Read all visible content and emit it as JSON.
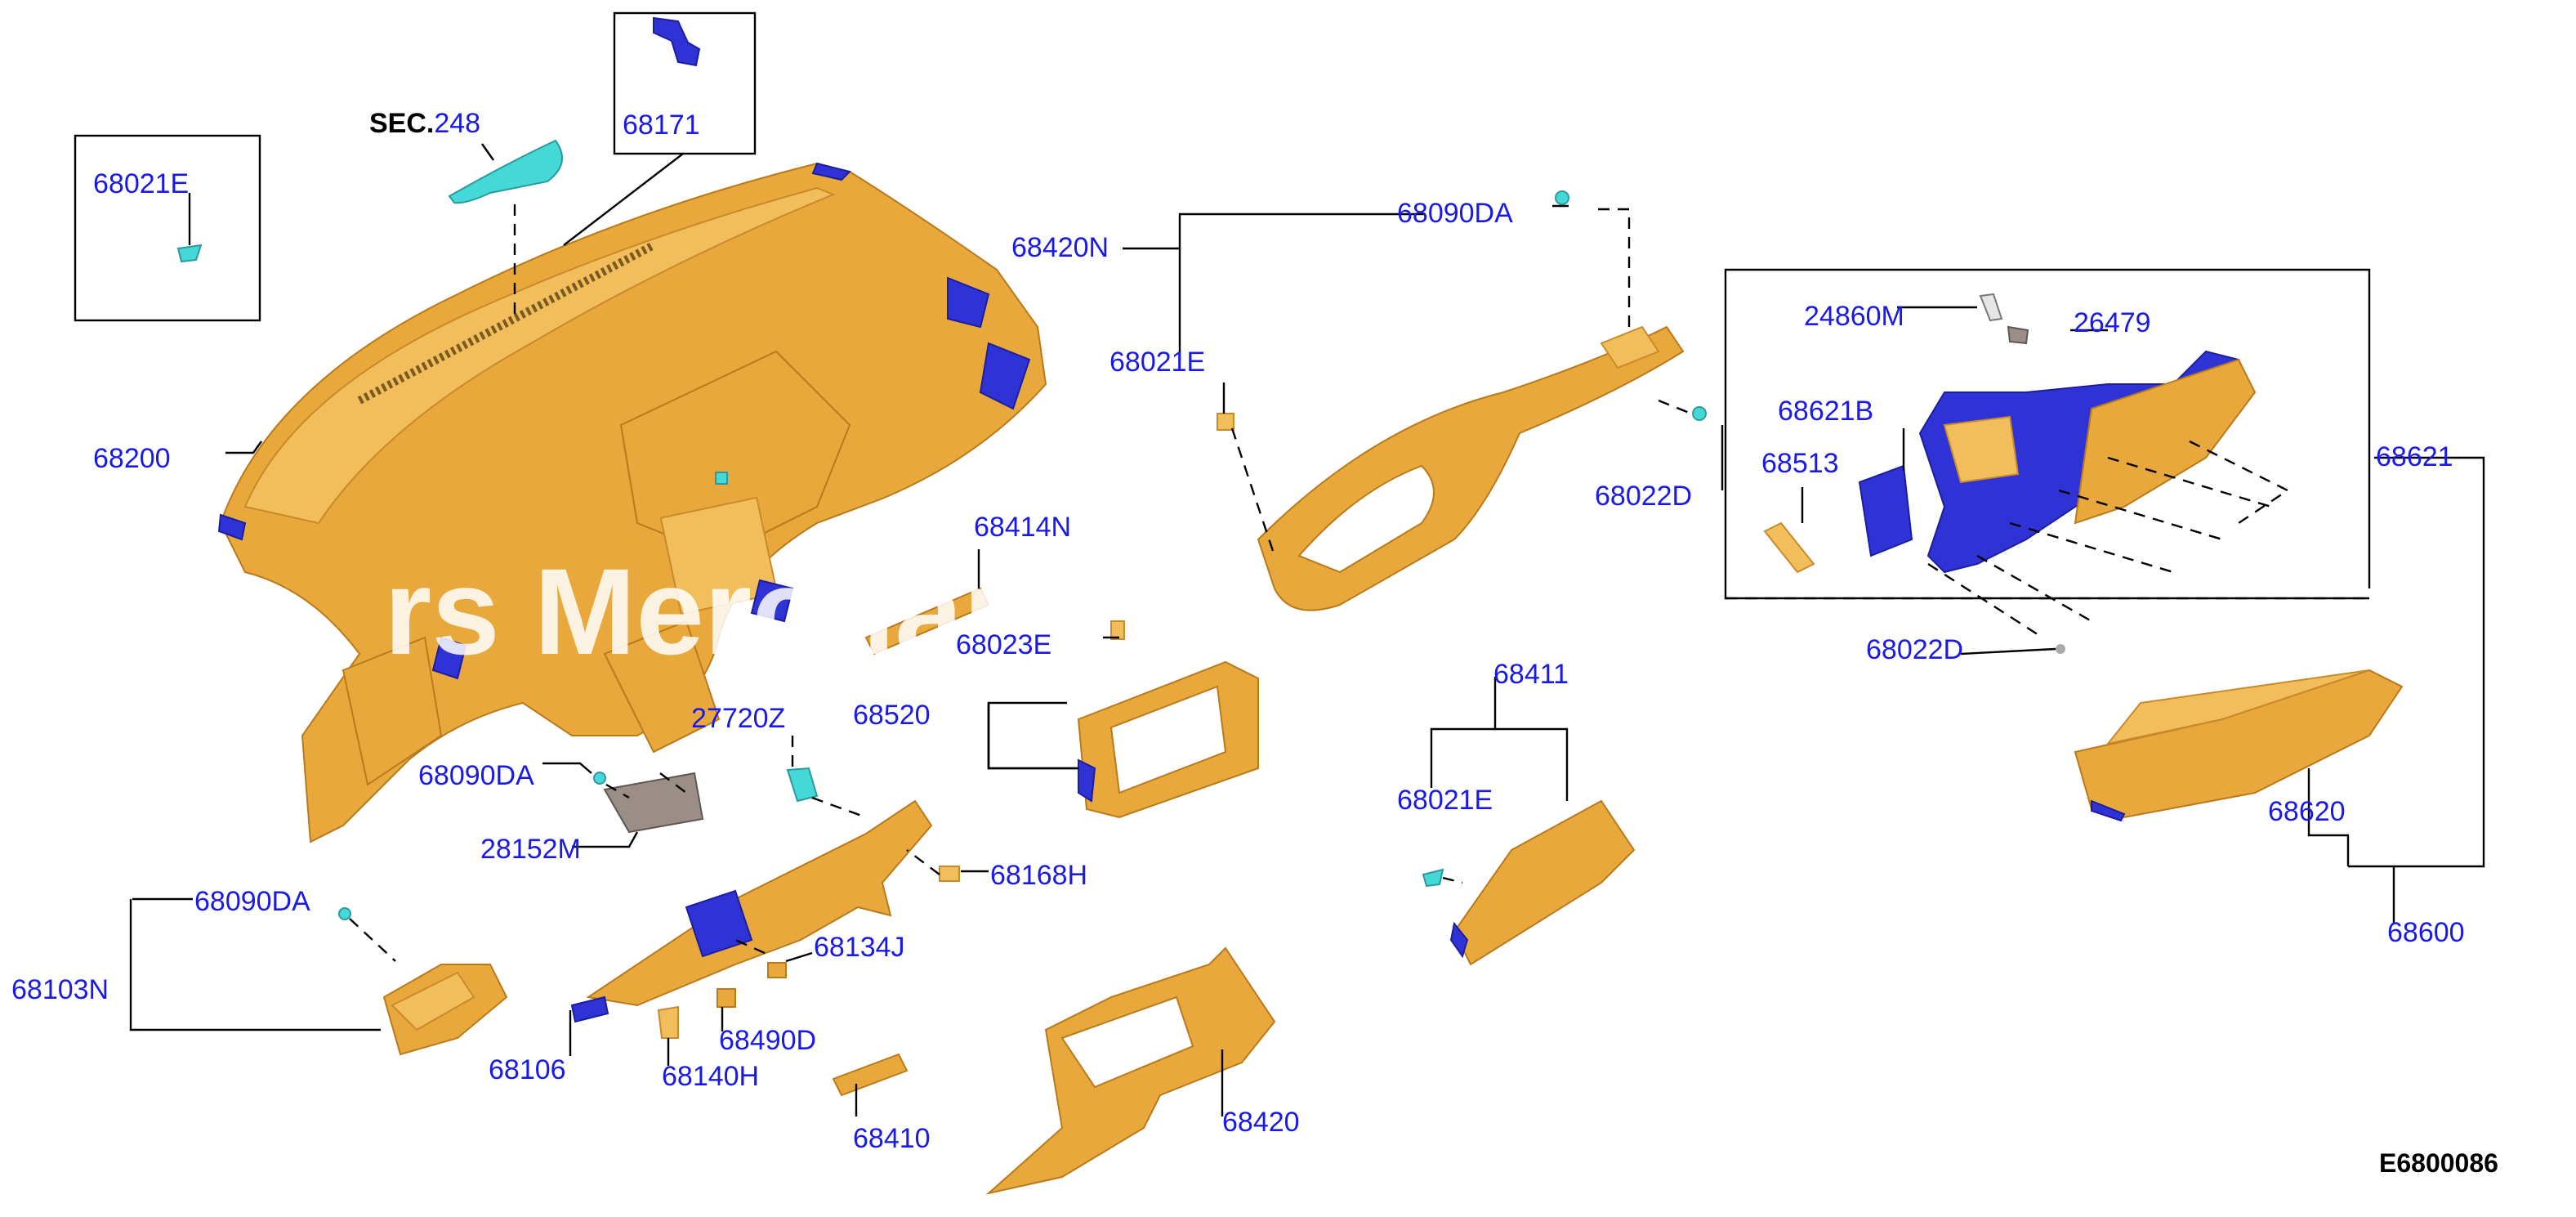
{
  "diagram_code": "E6800086",
  "section_ref": {
    "prefix": "SEC.",
    "number": "248"
  },
  "watermark": "rs Merchan",
  "colors": {
    "part": "#e8a83c",
    "clip": "#2f33d6",
    "accent": "#45d8d8",
    "label": "#1a1ae6"
  },
  "labels": {
    "p68021E_a": "68021E",
    "p68171": "68171",
    "p68200": "68200",
    "p68420N": "68420N",
    "p68090DA_a": "68090DA",
    "p68021E_b": "68021E",
    "p68022D_a": "68022D",
    "p24860M": "24860M",
    "p26479": "26479",
    "p68621B": "68621B",
    "p68513": "68513",
    "p68621": "68621",
    "p68022D_b": "68022D",
    "p68414N": "68414N",
    "p68023E": "68023E",
    "p68520": "68520",
    "p27720Z": "27720Z",
    "p68090DA_b": "68090DA",
    "p28152M": "28152M",
    "p68168H": "68168H",
    "p68411": "68411",
    "p68021E_c": "68021E",
    "p68620": "68620",
    "p68600": "68600",
    "p68090DA_c": "68090DA",
    "p68103N": "68103N",
    "p68134J": "68134J",
    "p68490D": "68490D",
    "p68106": "68106",
    "p68140H": "68140H",
    "p68410": "68410",
    "p68420": "68420"
  }
}
